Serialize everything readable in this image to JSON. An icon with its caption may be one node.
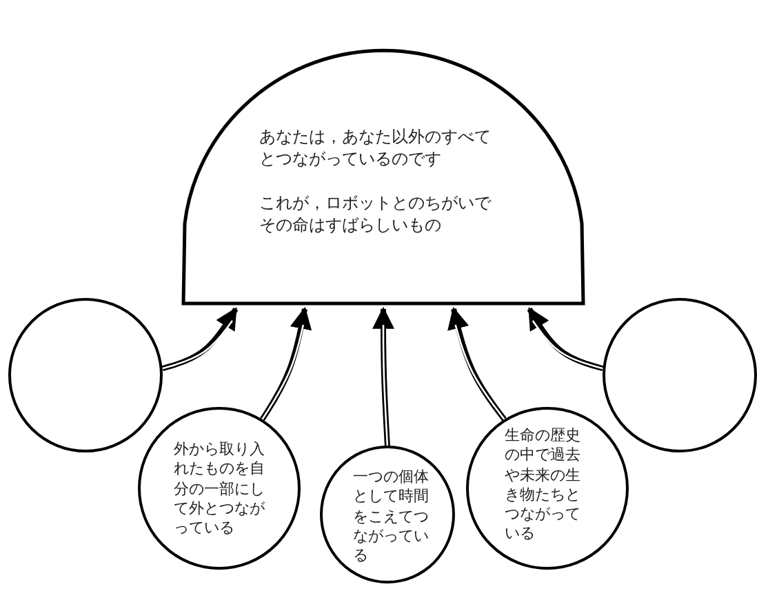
{
  "diagram": {
    "nodes": [
      {
        "text": [
          "あなたは，あなた以外のすべてとつながっているのです",
          "これが，ロボットとのちがいでその命はすばらしいもの"
        ]
      },
      {
        "text": [],
        "shape": "circle"
      },
      {
        "text": [
          "外から取り入れたものを自分の一部にして外とつながっている"
        ]
      },
      {
        "text": [
          "一つの個体として時間をこえてつながっている"
        ]
      },
      {
        "text": [
          "生命の歴史の中で過去や未来の生き物たちとつながっている"
        ]
      },
      {
        "text": [],
        "shape": "circle"
      }
    ],
    "edges": [
      {
        "from": 1,
        "to": 0,
        "arrow": "to"
      },
      {
        "from": 2,
        "to": 0,
        "arrow": "to"
      },
      {
        "from": 3,
        "to": 0,
        "arrow": "to"
      },
      {
        "from": 4,
        "to": 0,
        "arrow": "to"
      },
      {
        "from": 5,
        "to": 0,
        "arrow": "to"
      }
    ]
  }
}
